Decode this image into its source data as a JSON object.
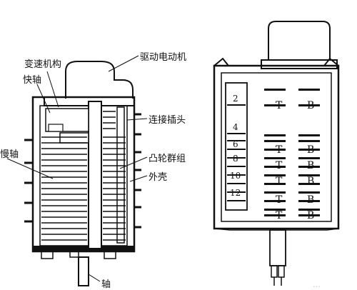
{
  "left_labels": {
    "gear_mechanism": "变速机构",
    "fast_shaft": "快轴",
    "drive_motor": "驱动电动机",
    "connector_plug": "连接插头",
    "slow_shaft": "慢轴",
    "cam_group": "凸轮群组",
    "housing": "外壳",
    "shaft": "轴"
  },
  "right_panel": {
    "numbers": [
      "2",
      "4",
      "6",
      "8",
      "10",
      "12"
    ],
    "letter_t": "T",
    "letter_b": "B"
  },
  "watermark": "…"
}
